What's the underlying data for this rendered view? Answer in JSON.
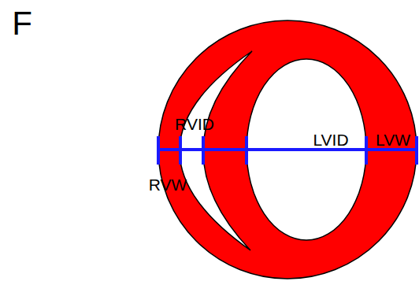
{
  "diagram": {
    "labels": [
      "F",
      "RVID",
      "LVID",
      "LVW",
      "RVW"
    ]
  }
}
